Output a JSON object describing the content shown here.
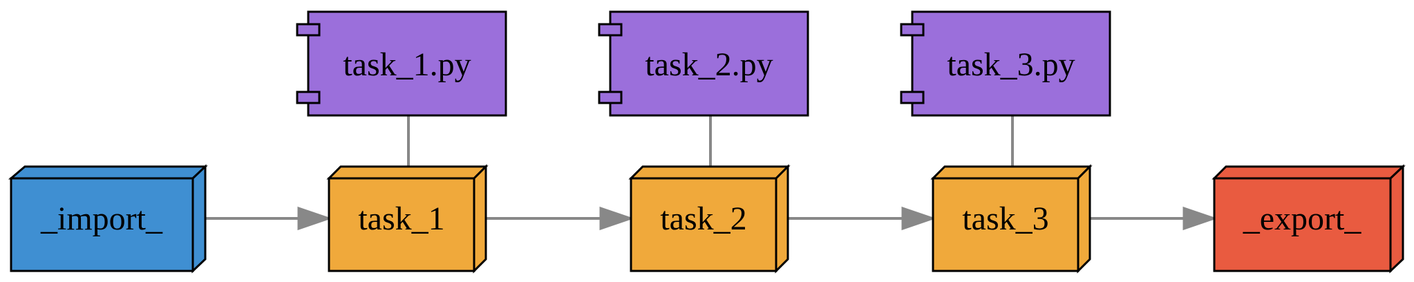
{
  "colors": {
    "import": "#3f8fd2",
    "task": "#f0a93b",
    "script": "#9b6fdb",
    "export": "#e95b40",
    "edge": "#888888"
  },
  "nodes": {
    "import": {
      "label": "_import_"
    },
    "task_1": {
      "label": "task_1"
    },
    "task_2": {
      "label": "task_2"
    },
    "task_3": {
      "label": "task_3"
    },
    "export": {
      "label": "_export_"
    },
    "script_1": {
      "label": "task_1.py"
    },
    "script_2": {
      "label": "task_2.py"
    },
    "script_3": {
      "label": "task_3.py"
    }
  },
  "edges": [
    {
      "from": "import",
      "to": "task_1",
      "arrow": true
    },
    {
      "from": "task_1",
      "to": "task_2",
      "arrow": true
    },
    {
      "from": "task_2",
      "to": "task_3",
      "arrow": true
    },
    {
      "from": "task_3",
      "to": "export",
      "arrow": true
    },
    {
      "from": "script_1",
      "to": "task_1",
      "arrow": false
    },
    {
      "from": "script_2",
      "to": "task_2",
      "arrow": false
    },
    {
      "from": "script_3",
      "to": "task_3",
      "arrow": false
    }
  ]
}
